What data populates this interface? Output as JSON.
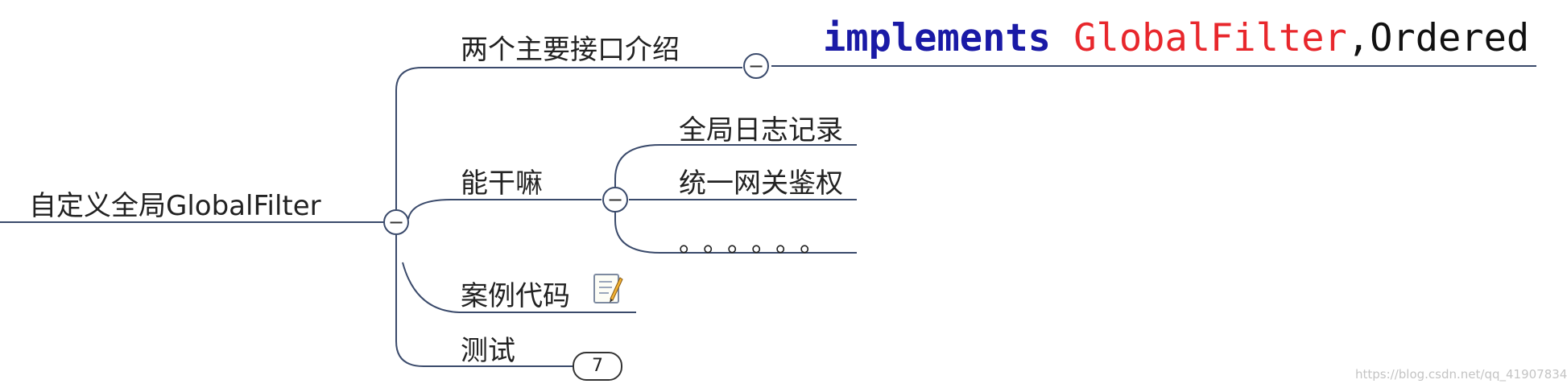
{
  "root": {
    "label": "自定义全局GlobalFilter"
  },
  "branches": [
    {
      "label": "两个主要接口介绍"
    },
    {
      "label": "能干嘛"
    },
    {
      "label": "案例代码"
    },
    {
      "label": "测试"
    }
  ],
  "leaves": [
    {
      "label": "全局日志记录"
    },
    {
      "label": "统一网关鉴权"
    },
    {
      "label": "。。。。。。"
    }
  ],
  "code_snippet": {
    "keyword": "implements",
    "class_name": "GlobalFilter",
    "rest": ",Ordered",
    "colors": {
      "keyword": "#1a1aa6",
      "class_name": "#e8272c",
      "rest": "#111111"
    }
  },
  "collapse_symbol": "−",
  "note_icon": "memo-note-icon",
  "badge": {
    "count": "7"
  },
  "watermark": "https://blog.csdn.net/qq_41907834",
  "colors": {
    "line": "#3a4a6b",
    "text": "#222222",
    "background": "#ffffff"
  }
}
